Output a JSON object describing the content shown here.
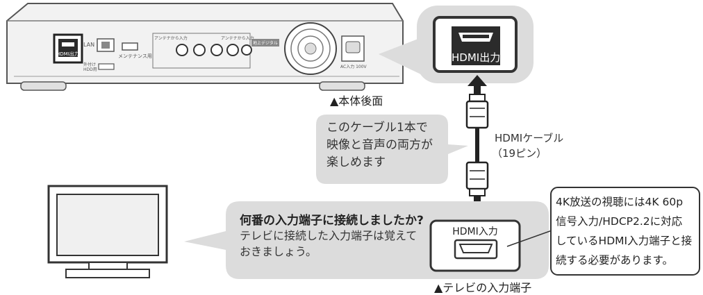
{
  "recorder": {
    "caption": "▲本体後面",
    "port_labels": {
      "hdmi_out": "HDMI出力",
      "lan": "LAN",
      "maintenance": "メンテナンス用",
      "antenna_in_1": "アンテナから入力",
      "antenna_in_2": "アンテナから入力",
      "digital": "地上デジタル",
      "ac_in": "AC入力 100V",
      "usb_hdd": "外付け HDD用"
    }
  },
  "hdmi_zoom": {
    "label": "HDMI出力"
  },
  "cable": {
    "line1": "HDMIケーブル",
    "line2": "（19ピン）"
  },
  "speech_bubble": {
    "lines": [
      "このケーブル1本で",
      "映像と音声の両方が",
      "楽しめます"
    ]
  },
  "tv_box": {
    "question": "何番の入力端子に接続しましたか?",
    "lines": [
      "テレビに接続した入力端子は覚えて",
      "おきましょう。"
    ],
    "port_label": "HDMI入力"
  },
  "tv_caption": "▲テレビの入力端子",
  "note": {
    "lines": [
      "4K放送の視聴には4K 60p",
      "信号入力/HDCP2.2に対応",
      "しているHDMI入力端子と接",
      "続する必要があります。"
    ]
  },
  "colors": {
    "bubble_gray": "#dcdcdc",
    "dark": "#2b2b2b",
    "body_light": "#f4f4f4"
  }
}
